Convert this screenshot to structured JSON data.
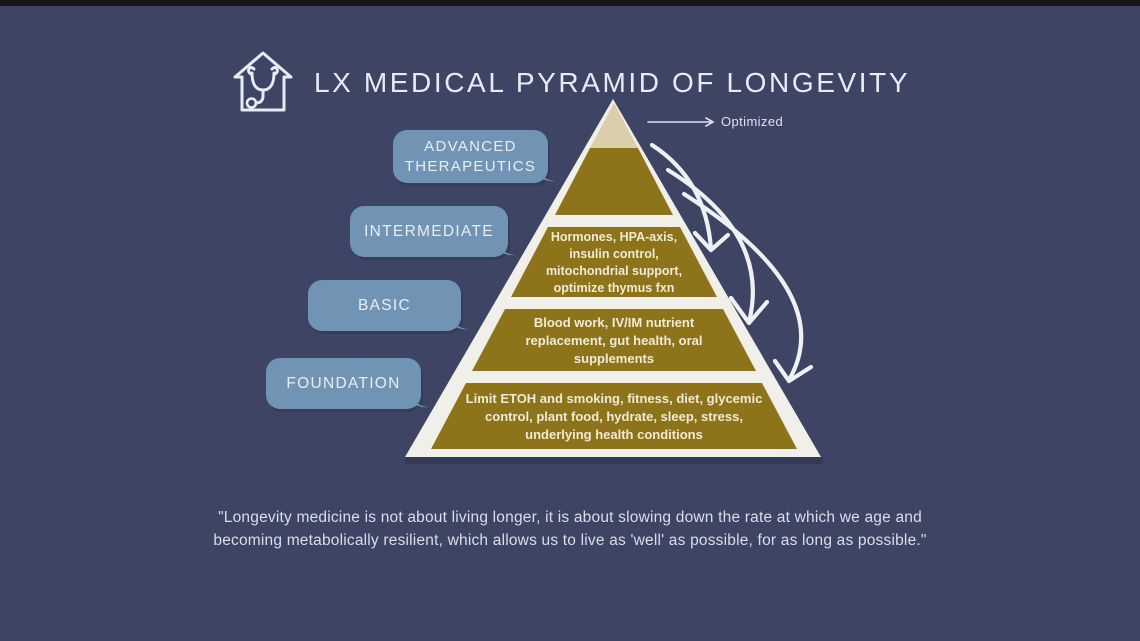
{
  "header": {
    "title": "LX MEDICAL PYRAMID OF LONGEVITY",
    "icon": "house-stethoscope-icon"
  },
  "pyramid": {
    "optimized_label": "Optimized",
    "levels": [
      {
        "label": [
          "ADVANCED",
          "THERAPEUTICS"
        ],
        "content": []
      },
      {
        "label": [
          "INTERMEDIATE"
        ],
        "content": [
          "Hormones, HPA-axis,",
          "insulin control,",
          "mitochondrial support,",
          "optimize thymus fxn"
        ]
      },
      {
        "label": [
          "BASIC"
        ],
        "content": [
          "Blood work, IV/IM nutrient",
          "replacement, gut health, oral",
          "supplements"
        ]
      },
      {
        "label": [
          "FOUNDATION"
        ],
        "content": [
          "Limit ETOH and smoking, fitness, diet, glycemic",
          "control, plant food, hydrate, sleep, stress,",
          "underlying health conditions"
        ]
      }
    ],
    "colors": {
      "background": "#3d4464",
      "tier_gold": "#8d741a",
      "apex_cream": "#dbcfab",
      "outline": "#f1efe9",
      "bubble_blue": "#7294b4",
      "shadow": "#353b57",
      "top_bar": "#15151a"
    }
  },
  "quote": [
    "\"Longevity medicine is not about living longer, it is about slowing down the rate at which we age and",
    "becoming metabolically resilient, which allows us to live as 'well' as possible, for as long as possible.\""
  ]
}
